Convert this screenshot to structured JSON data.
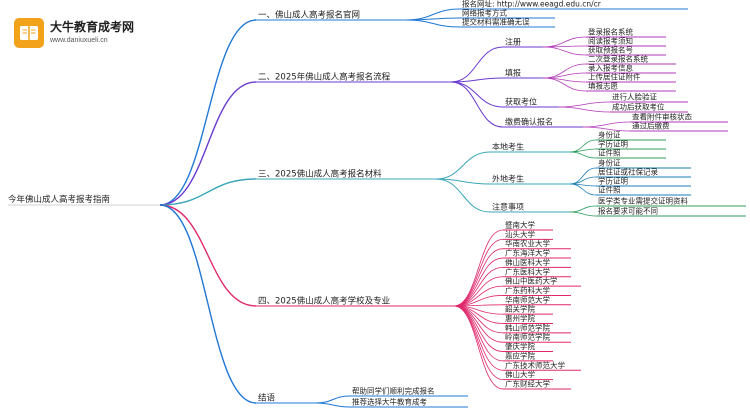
{
  "logo": {
    "brand": "大牛教育成考网",
    "url": "www.daniuxueli.cn"
  },
  "colors": {
    "trunk": "#d0d0d0",
    "section1": "#1f78d4",
    "section2": "#6a3ad0",
    "section3": "#3aa7b8",
    "section4": "#e0286b",
    "section5": "#1f78d4",
    "leaf2": "#b23ab8",
    "leaf3": "#2e9d5e",
    "leaf3b": "#1e7fb5"
  },
  "mindmap": {
    "root": "今年佛山成人高考报考指南",
    "sections": [
      {
        "label": "一、佛山成人高考报名官网",
        "children": [
          {
            "label": "报名网址: http://www.eeagd.edu.cn/cr"
          },
          {
            "label": "网络报考方式"
          },
          {
            "label": "提交材料需准确无误"
          }
        ]
      },
      {
        "label": "二、2025年佛山成人高考报名流程",
        "children": [
          {
            "label": "注册",
            "children": [
              "登录报名系统",
              "阅读报考须知",
              "获取预报名号"
            ]
          },
          {
            "label": "填报",
            "children": [
              "二次登录报名系统",
              "录入报考信息",
              "上传居住证附件",
              "填报志愿"
            ]
          },
          {
            "label": "获取考位",
            "children": [
              "进行人脸验证",
              "成功后获取考位"
            ]
          },
          {
            "label": "缴费确认报名",
            "children": [
              "查看附件审核状态",
              "通过后缴费"
            ]
          }
        ]
      },
      {
        "label": "三、2025佛山成人高考报名材料",
        "children": [
          {
            "label": "本地考生",
            "children": [
              "身份证",
              "学历证明",
              "证件照"
            ]
          },
          {
            "label": "外地考生",
            "children": [
              "身份证",
              "居住证或社保记录",
              "学历证明",
              "证件照"
            ]
          },
          {
            "label": "注意事项",
            "children": [
              "医学类专业需提交证明资料",
              "报名要求可能不同"
            ]
          }
        ]
      },
      {
        "label": "四、2025佛山成人高考学校及专业",
        "children": [
          {
            "label": "暨南大学"
          },
          {
            "label": "汕头大学"
          },
          {
            "label": "华南农业大学"
          },
          {
            "label": "广东海洋大学"
          },
          {
            "label": "佛山医科大学"
          },
          {
            "label": "广东医科大学"
          },
          {
            "label": "佛山中医药大学"
          },
          {
            "label": "广东药科大学"
          },
          {
            "label": "华南师范大学"
          },
          {
            "label": "韶关学院"
          },
          {
            "label": "惠州学院"
          },
          {
            "label": "韩山师范学院"
          },
          {
            "label": "岭南师范学院"
          },
          {
            "label": "肇庆学院"
          },
          {
            "label": "嘉应学院"
          },
          {
            "label": "广东技术师范大学"
          },
          {
            "label": "佛山大学"
          },
          {
            "label": "广东财经大学"
          }
        ]
      },
      {
        "label": "结语",
        "children": [
          {
            "label": "帮助同学们顺利完成报名"
          },
          {
            "label": "推荐选择大牛教育成考"
          }
        ]
      }
    ]
  }
}
